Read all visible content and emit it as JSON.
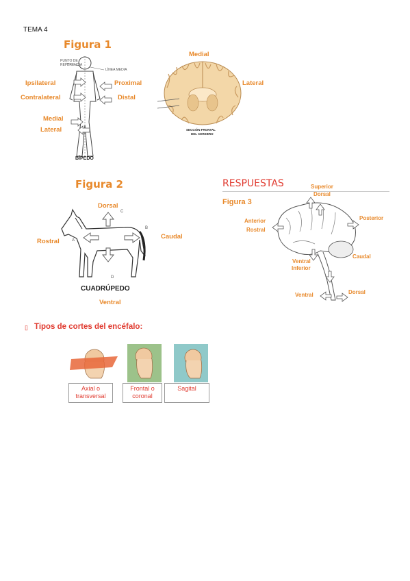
{
  "header": {
    "tema": "TEMA 4"
  },
  "figura1": {
    "title": "Figura 1",
    "bipedo": {
      "labels": {
        "ipsilateral": "Ipsilateral",
        "contralateral": "Contralateral",
        "medial": "Medial",
        "lateral": "Lateral",
        "proximal": "Proximal",
        "distal": "Distal",
        "punto": "PUNTO DE REFERENCIA",
        "linea": "LÍNEA MEDIA",
        "caption": "BÍPEDO"
      }
    },
    "cerebro": {
      "labels": {
        "medial": "Medial",
        "lateral": "Lateral",
        "caption_line1": "SECCIÓN FRONTAL",
        "caption_line2": "DEL CEREBRO"
      }
    }
  },
  "figura2": {
    "title": "Figura 2",
    "labels": {
      "dorsal": "Dorsal",
      "rostral": "Rostral",
      "caudal": "Caudal",
      "ventral": "Ventral",
      "caption": "CUADRÚPEDO",
      "a": "A",
      "b": "B",
      "c": "C",
      "d": "D"
    }
  },
  "respuestas": {
    "heading": "RESPUESTAS",
    "title": "Figura 3",
    "labels": {
      "superior": "Superior",
      "dorsal_top": "Dorsal",
      "anterior": "Anterior",
      "rostral": "Rostral",
      "posterior": "Posterior",
      "caudal": "Caudal",
      "ventral_inferior_1": "Ventral",
      "ventral_inferior_2": "Inferior",
      "ventral": "Ventral",
      "dorsal_bottom": "Dorsal"
    }
  },
  "cortes": {
    "bullet": "▯",
    "heading": "Tipos de cortes del encéfalo:",
    "items": [
      {
        "line1": "Axial o",
        "line2": "transversal"
      },
      {
        "line1": "Frontal o",
        "line2": "coronal"
      },
      {
        "line1": "Sagital",
        "line2": ""
      }
    ]
  },
  "colors": {
    "accent": "#e8892b",
    "red": "#e03a2f",
    "brain": "#f3d7a8",
    "axial_plane": "#e8673a",
    "frontal_plane": "#9cc28a",
    "sagital_plane": "#8fc9c9"
  }
}
